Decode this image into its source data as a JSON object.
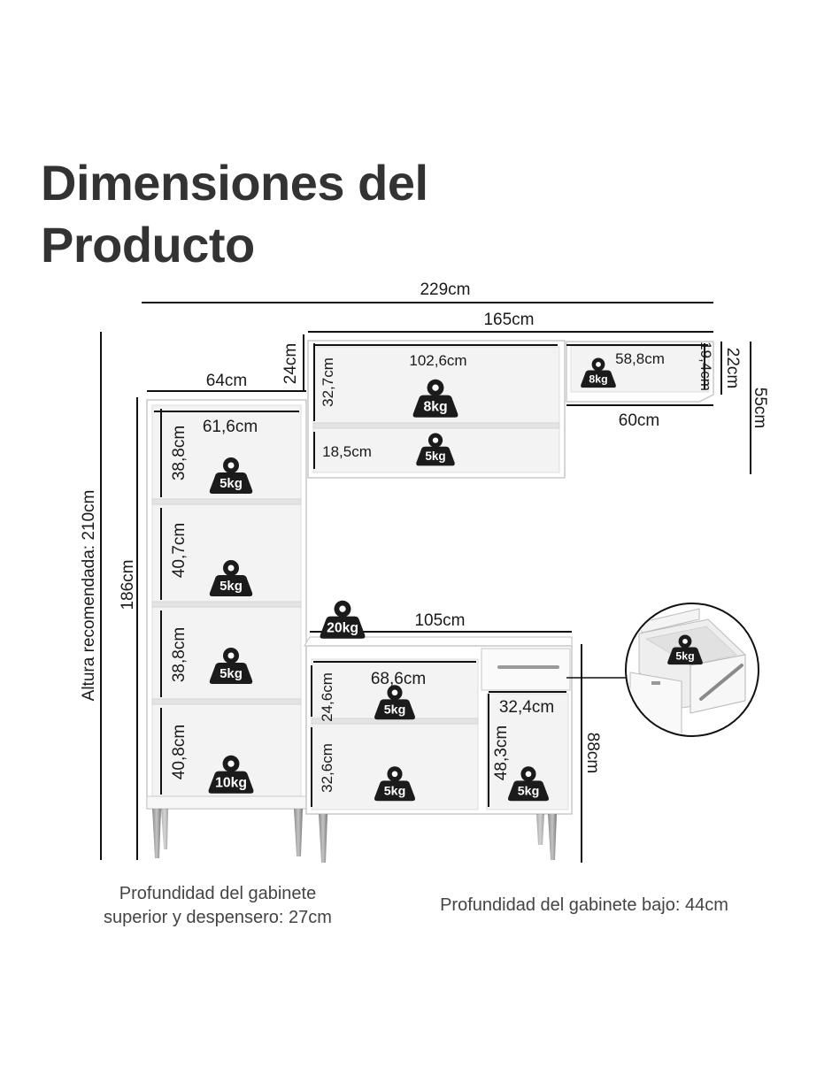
{
  "title": {
    "line1": "Dimensiones del",
    "line2": "Producto"
  },
  "dimensions": {
    "total_width": "229cm",
    "upper_width": "165cm",
    "pantry_width": "64cm",
    "pantry_inner_width": "61,6cm",
    "pantry_height": "186cm",
    "recommended_height": "Altura recomendada: 210cm",
    "pantry_shelf_1": "38,8cm",
    "pantry_shelf_2": "40,7cm",
    "pantry_shelf_3": "38,8cm",
    "pantry_shelf_4": "40,8cm",
    "upper_depth_side": "24cm",
    "upper_inner_width": "102,6cm",
    "upper_shelf_top": "32,7cm",
    "upper_shelf_bottom": "18,5cm",
    "small_cab_inner_width": "58,8cm",
    "small_cab_inner_height": "19,4cm",
    "small_cab_height": "22cm",
    "upper_total_height": "55cm",
    "small_cab_width": "60cm",
    "counter_width": "105cm",
    "lower_inner_width": "68,6cm",
    "lower_shelf_top": "24,6cm",
    "lower_shelf_bottom": "32,6cm",
    "lower_right_inner_width": "32,4cm",
    "lower_right_inner_height": "48,3cm",
    "lower_height": "88cm"
  },
  "weights": {
    "pantry_1": "5kg",
    "pantry_2": "5kg",
    "pantry_3": "5kg",
    "pantry_4": "10kg",
    "upper_top": "8kg",
    "upper_bottom": "5kg",
    "small_cab": "8kg",
    "counter": "20kg",
    "lower_top": "5kg",
    "lower_bottom": "5kg",
    "lower_right": "5kg",
    "drawer": "5kg"
  },
  "notes": {
    "upper_depth_line1": "Profundidad del gabinete",
    "upper_depth_line2": "superior y despensero: 27cm",
    "lower_depth": "Profundidad del gabinete bajo: 44cm"
  }
}
